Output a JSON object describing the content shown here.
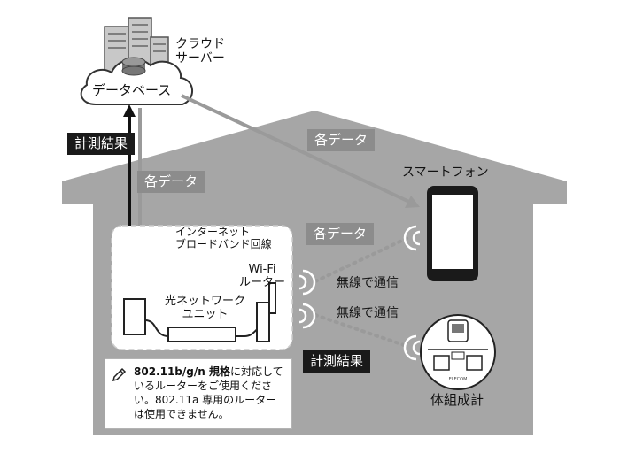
{
  "labels": {
    "cloud_server": [
      "クラウド",
      "サーバー"
    ],
    "database": "データベース",
    "measurement_result_left": "計測結果",
    "each_data_top": "各データ",
    "each_data_left": "各データ",
    "each_data_mid": "各データ",
    "smartphone": "スマートフォン",
    "internet_line": [
      "インターネット",
      "ブロードバンド回線"
    ],
    "wifi_router": [
      "Wi-Fi",
      "ルーター"
    ],
    "optical_unit": [
      "光ネットワーク",
      "ユニット"
    ],
    "wireless_1": "無線で通信",
    "wireless_2": "無線で通信",
    "measurement_result_right": "計測結果",
    "body_scale": "体組成計"
  },
  "note": {
    "line1_bold": "802.11b/g/n 規格",
    "line1_rest": "に対応して",
    "line2": "いるルーターをご使用くださ",
    "line3": "い。802.11a 専用のルーター",
    "line4": "は使用できません。"
  },
  "scale_brand": "ELECOM",
  "colors": {
    "house": "#a6a6a6",
    "inner_box": "#ffffff",
    "tag_dark": "#1a1a1a",
    "tag_gray": "#8c8c8c",
    "arrow_gray": "#9a9a9a",
    "wireless_dots": "#9a9a9a"
  }
}
